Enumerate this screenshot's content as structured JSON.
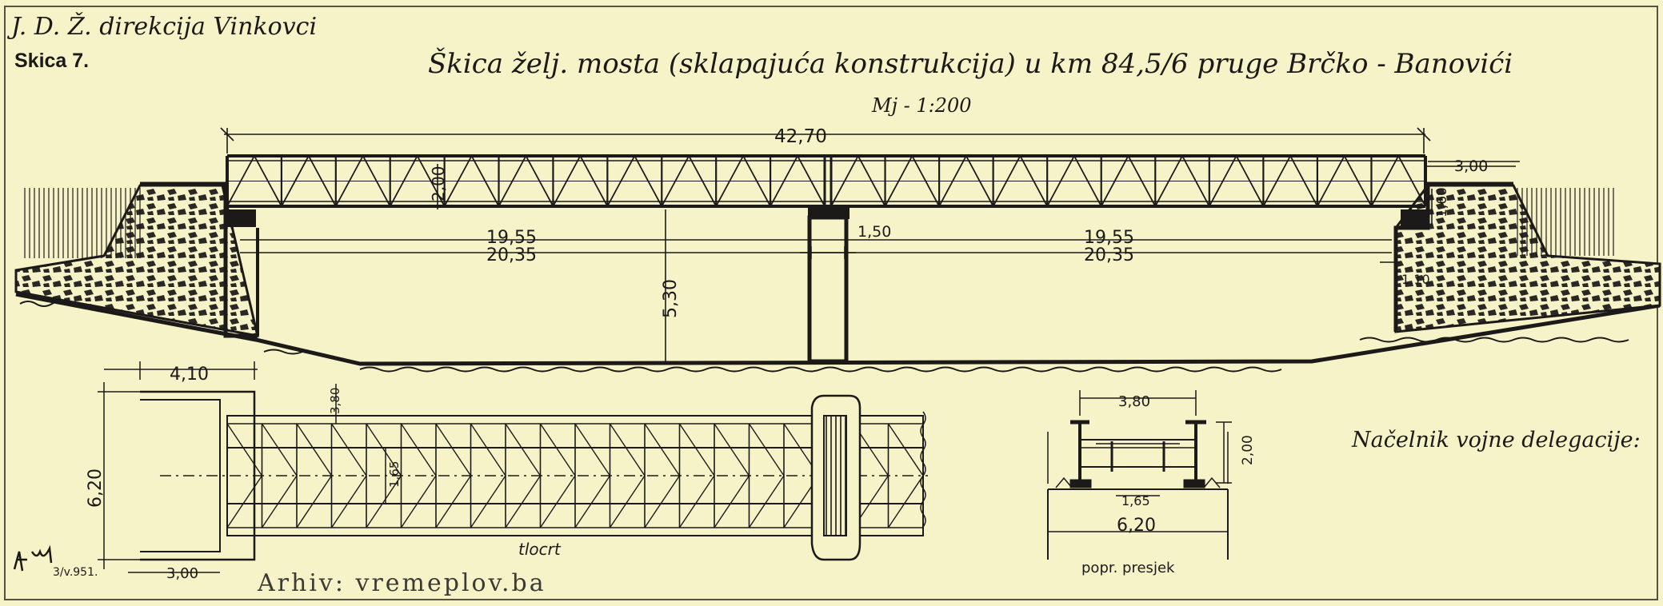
{
  "header": {
    "organization": "J. D. Ž. direkcija Vinkovci",
    "sketch_label": "Skica 7.",
    "title": "Škica želj. mosta (sklapajuća konstrukcija) u km 84,5/6 pruge Brčko - Banovići",
    "scale": "Mj - 1:200"
  },
  "elevation": {
    "dims": {
      "total_span": "42,70",
      "truss_height": "2,00",
      "left_span_clear": "19,55",
      "left_span_full": "20,35",
      "right_span_clear": "19,55",
      "right_span_full": "20,35",
      "pier_width": "1,50",
      "clear_height": "5,30",
      "abutment_top": "3,00",
      "abutment_depth_a": "1,60",
      "abutment_depth_b": "1,10"
    }
  },
  "plan": {
    "label": "tlocrt",
    "dims": {
      "abutment_length": "4,10",
      "abutment_width": "6,20",
      "abutment_offset": "3,00",
      "deck_width": "3,80",
      "inner_width": "1,65"
    }
  },
  "cross_section": {
    "label": "popr. presjek",
    "dims": {
      "top_width": "3,80",
      "height": "2,00",
      "rail_gauge": "1,65",
      "base_width": "6,20"
    }
  },
  "signature": {
    "label": "Načelnik vojne delegacije:",
    "date": "3/v.951."
  },
  "watermark": "Arhiv: vremeplov.ba"
}
